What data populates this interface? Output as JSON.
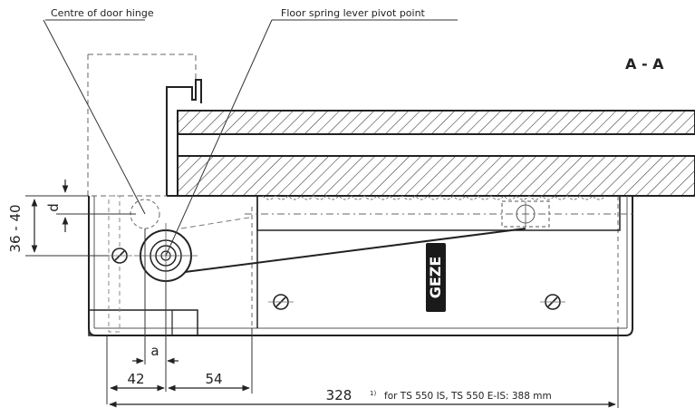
{
  "labels": {
    "hinge_centre": "Centre of door hinge",
    "pivot_point": "Floor spring lever pivot point",
    "section": "A - A"
  },
  "dimensions": {
    "height_range": "36 - 40",
    "d": "d",
    "a": "a",
    "w42": "42",
    "w54": "54",
    "w328": "328",
    "footnote_mark": "1)",
    "footnote": "for TS 550 IS, TS 550 E-IS: 388 mm"
  },
  "brand": "GEZE"
}
